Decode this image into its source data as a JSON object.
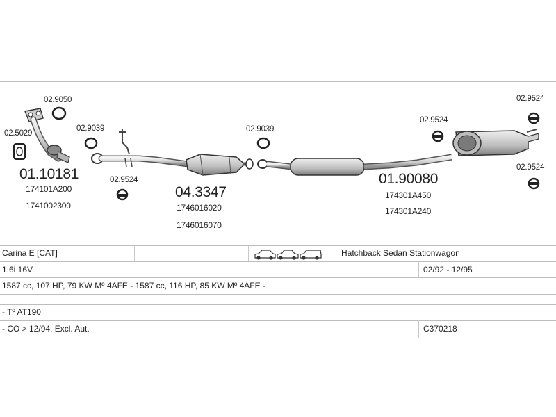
{
  "diagram": {
    "small_codes": {
      "flange_gasket_left": "02.5029",
      "gasket_top": "02.9050",
      "gasket_mid": "02.9039",
      "gasket_center": "02.9039",
      "clamp_front": "02.9524",
      "clamp_rear_left": "02.9524",
      "clamp_rear_top": "02.9524",
      "clamp_rear_bottom": "02.9524"
    },
    "parts": {
      "front_pipe": {
        "code": "01.10181",
        "refs": [
          "174101A200",
          "1741002300"
        ]
      },
      "catalyst": {
        "code": "04.3347",
        "refs": [
          "1746016020",
          "1746016070"
        ]
      },
      "rear_silencer": {
        "code": "01.90080",
        "refs": [
          "174301A450",
          "174301A240"
        ]
      }
    }
  },
  "info_table": {
    "model": "Carina E  [CAT]",
    "body_types": "Hatchback Sedan Stationwagon",
    "engine": "1.6i 16V",
    "dates": "02/92 - 12/95",
    "specs": "1587 cc, 107 HP, 79 KW Mº 4AFE - 1587 cc, 116 HP, 85 KW Mº 4AFE -",
    "type_code": "- Tº AT190",
    "notes": "- CO > 12/94, Excl. Aut.",
    "catalog_ref": "C370218"
  },
  "colors": {
    "line": "#4a4a4a",
    "part_fill": "#d8d8d8",
    "part_shade": "#9a9a9a",
    "rule": "#bdbdbd"
  }
}
